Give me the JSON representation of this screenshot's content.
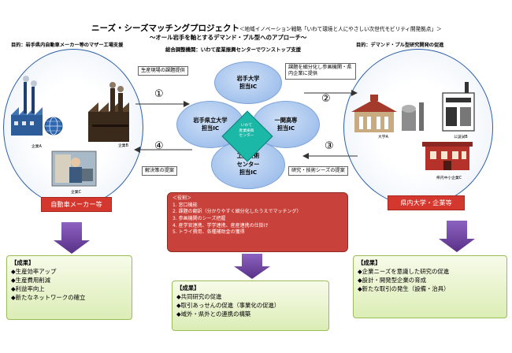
{
  "title": {
    "main": "ニーズ・シーズマッチングプロジェクト",
    "main_note": "＜地域イノベーション戦略「いわて環境と人にやさしい次世代モビリティ開発拠点」＞",
    "sub": "～オール岩手を軸とするデマンド・プル型へのアプローチ～"
  },
  "left_panel": {
    "heading": "目的：岩手県内自動車メーカー等のマザー工場支援",
    "company_a": "企業A",
    "company_b": "企業B",
    "company_c": "企業C",
    "label": "自動車メーカー等"
  },
  "right_panel": {
    "heading": "目的：デマンド・プル型研究開発の促進",
    "university_a": "大学A",
    "public_lab_b": "公設試B",
    "sme_c": "県内中小企業C",
    "label": "県内大学・企業等"
  },
  "center": {
    "coordinator": "総合調整機関：いわて産業振興センターでワンストップ支援",
    "nodes": {
      "iwate_univ": "岩手大学\n担当IC",
      "pref_univ": "岩手県立大学\n担当IC",
      "ichinoseki": "一関高専\n担当IC",
      "tech_center": "工業技術\nセンター\n担当IC"
    },
    "hub": "いわて\n産業振興\nセンター"
  },
  "flows": {
    "step1_marker": "①",
    "step1_text": "生産現場の課題提供",
    "step2_marker": "②",
    "step2_text": "課題を細分化し参画機関・県内企業に提供",
    "step3_marker": "③",
    "step3_text": "研究・技術シーズの提案",
    "step4_marker": "④",
    "step4_text": "解決策の提案"
  },
  "role": {
    "title": "＜役割＞",
    "items": [
      "1. 窓口機能",
      "2. 課題の翻訳（分かりやすく細分化したうえでマッチング）",
      "3. 参画機関のシーズ把握",
      "4. 産学官連携、学学連携、産産連携の仕掛け",
      "5. トライ費用、各種補助金の獲得"
    ]
  },
  "results": {
    "left": {
      "title": "【成果】",
      "items": [
        "◆生産効率アップ",
        "◆生産費用削減",
        "◆利益率向上",
        "◆新たなネットワークの確立"
      ]
    },
    "center": {
      "title": "【成果】",
      "items": [
        "◆共同研究の促進",
        "◆取引あっせんの促進（事業化の促進）",
        "◆域外・県外との連携の構築"
      ]
    },
    "right": {
      "title": "【成果】",
      "items": [
        "◆企業ニーズを意識した研究の促進",
        "◆設計・開発型企業の育成",
        "◆新たな取引の発生（設備・治具）"
      ]
    }
  },
  "colors": {
    "ellipse_border": "#2a5fa8",
    "cloud": "#a9c6ee",
    "hub": "#1bb7a7",
    "red": "#d4372d",
    "purple_arrow": "#6a3f9c",
    "result_bg": "#dcedb6"
  }
}
